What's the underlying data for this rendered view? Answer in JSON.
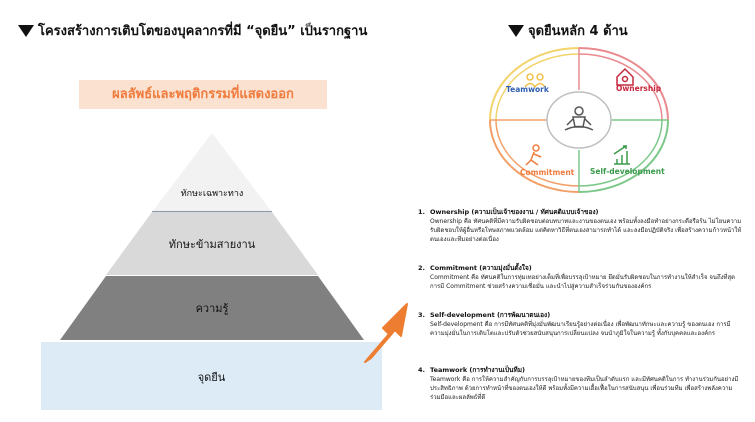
{
  "left_heading": "โครงสร้างการเติบโตของบุคลากรที่มี “จุดยืน” เป็นรากฐาน",
  "right_heading": "จุดยืนหลัก 4 ด้าน",
  "banner": "ผลลัพธ์และพฤติกรรมที่แสดงออก",
  "pyramid": {
    "top": "ทักษะเฉพาะทาง",
    "second": "ทักษะข้ามสายงาน",
    "third": "ความรู้",
    "base": "จุดยืน"
  },
  "wheel": {
    "center_icon": "meditation-icon",
    "segments": [
      {
        "label": "Teamwork",
        "color": "#2f5fb3",
        "icon": "team-icon"
      },
      {
        "label": "Ownership",
        "color": "#c5283d",
        "icon": "ownership-icon"
      },
      {
        "label": "Commitment",
        "color": "#ef7b3e",
        "icon": "commitment-icon"
      },
      {
        "label": "Self-development",
        "color": "#3a9a4a",
        "icon": "growth-icon"
      }
    ],
    "ring_colors": [
      "#f3d36b",
      "#e98a8f",
      "#f2a06a",
      "#7cc88a"
    ]
  },
  "arrow_color": "#ed7d31",
  "items": [
    {
      "num": "1.",
      "title": "Ownership (ความเป็นเจ้าของงาน / ทัศนคติแบบเจ้าของ)",
      "body": "Ownership คือ ทัศนคติที่มีความรับผิดชอบต่อบทบาทและงานของตนเอง พร้อมทั้งลงมือทำอย่างกระตือรือร้น ไม่โยนความรับผิดชอบให้ผู้อื่นหรือโทษสภาพแวดล้อม แต่คิดหาวิธีที่ตนเองสามารถทำได้ และลงมือปฏิบัติจริง เพื่อสร้างความก้าวหน้าให้ตนเองและทีมอย่างต่อเนื่อง"
    },
    {
      "num": "2.",
      "title": "Commitment (ความมุ่งมั่นตั้งใจ)",
      "body": "Commitment คือ ทัศนคติในการทุ่มเทอย่างเต็มที่เพื่อบรรลุเป้าหมาย ยึดมั่นรับผิดชอบในการทำงานให้สำเร็จ จนถึงที่สุด การมี Commitment ช่วยสร้างความเชื่อมั่น และนำไปสู่ความสำเร็จร่วมกันขององค์กร"
    },
    {
      "num": "3.",
      "title": "Self-development (การพัฒนาตนเอง)",
      "body": "Self-development คือ การมีทัศนคติที่มุ่งมั่นพัฒนาเรียนรู้อย่างต่อเนื่อง เพื่อพัฒนาทักษะและความรู้ ของตนเอง การมีความมุ่งมั่นในการเติบโตและปรับตัวช่วยสนับสนุนการเปลี่ยนแปลง จนนำภูมิใจในความรู้ ทั้งกับบุคคลและองค์กร"
    },
    {
      "num": "4.",
      "title": "Teamwork (การทำงานเป็นทีม)",
      "body": "Teamwork คือ การให้ความสำคัญกับการบรรลุเป้าหมายของทีมเป็นลำดับแรก และมีทัศนคติในการ ทำงานร่วมกันอย่างมีประสิทธิภาพ ด้วยการทำหน้าที่ของตนเองให้ดี พร้อมทั้งมีความเอื้อเฟื้อในการสนับสนุน เพื่อนร่วมทีม เพื่อสร้างพลังความร่วมมือและผลลัพธ์ที่ดี"
    }
  ]
}
